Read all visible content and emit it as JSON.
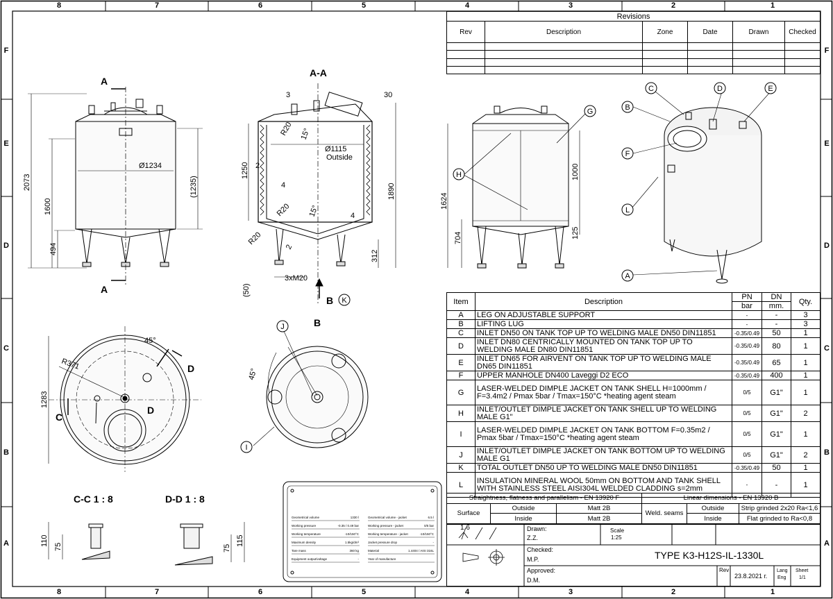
{
  "frame": {
    "columns": [
      "8",
      "7",
      "6",
      "5",
      "4",
      "3",
      "2",
      "1"
    ],
    "rows": [
      "F",
      "E",
      "D",
      "C",
      "B",
      "A"
    ]
  },
  "revisions": {
    "title": "Revisions",
    "headers": [
      "Rev",
      "Description",
      "Zone",
      "Date",
      "Drawn",
      "Checked"
    ],
    "rows": [
      [
        "",
        "",
        "",
        "",
        "",
        ""
      ],
      [
        "",
        "",
        "",
        "",
        "",
        ""
      ],
      [
        "",
        "",
        "",
        "",
        "",
        ""
      ],
      [
        "",
        "",
        "",
        "",
        "",
        ""
      ]
    ]
  },
  "views": {
    "section_aa": "A-A",
    "view_b": "B",
    "section_cc": "C-C 1 : 8",
    "section_dd": "D-D 1 : 8",
    "cut_a": "A",
    "cut_b": "B",
    "cut_c": "C",
    "cut_d": "D"
  },
  "dimensions": {
    "front": [
      "2073",
      "1600",
      "494",
      "Ø1234",
      "(1235)"
    ],
    "section": [
      "30",
      "3",
      "R20",
      "15°",
      "Ø1115",
      "Outside",
      "1250",
      "2",
      "4",
      "R20",
      "15°",
      "4",
      "R20",
      "2",
      "1890",
      "312",
      "(50)",
      "3xM20"
    ],
    "side": [
      "1624",
      "704",
      "1000",
      "125"
    ],
    "top": [
      "45°",
      "R371",
      "1283"
    ],
    "bottom": [
      "45°"
    ],
    "cc": [
      "110",
      "75"
    ],
    "dd": [
      "75",
      "115"
    ]
  },
  "balloons": [
    "A",
    "B",
    "C",
    "D",
    "E",
    "F",
    "G",
    "H",
    "I",
    "J",
    "K",
    "L"
  ],
  "items": {
    "headers": {
      "item": "Item",
      "description": "Description",
      "pn": "PN",
      "dn": "DN",
      "qty": "Qty.",
      "pn_unit": "bar",
      "dn_unit": "mm."
    },
    "rows": [
      {
        "item": "A",
        "desc": "LEG ON ADJUSTABLE SUPPORT",
        "pn": "-",
        "dn": "-",
        "qty": "3"
      },
      {
        "item": "B",
        "desc": "LIFTING LUG",
        "pn": "-",
        "dn": "-",
        "qty": "3"
      },
      {
        "item": "C",
        "desc": "INLET DN50 ON TANK TOP UP TO WELDING MALE DN50 DIN11851",
        "pn": "-0.35/0.49",
        "dn": "50",
        "qty": "1"
      },
      {
        "item": "D",
        "desc": "INLET DN80 CENTRICALLY MOUNTED ON TANK TOP UP TO WELDING MALE DN80 DIN11851",
        "pn": "-0.35/0.49",
        "dn": "80",
        "qty": "1"
      },
      {
        "item": "E",
        "desc": "INLET DN65 FOR AIRVENT ON TANK TOP UP TO WELDING MALE DN65 DIN11851",
        "pn": "-0.35/0.49",
        "dn": "65",
        "qty": "1"
      },
      {
        "item": "F",
        "desc": "UPPER MANHOLE DN400 Laveggi D2 ECO",
        "pn": "-0.35/0.49",
        "dn": "400",
        "qty": "1"
      },
      {
        "item": "G",
        "desc": "LASER-WELDED DIMPLE JACKET ON TANK SHELL H=1000mm / F=3.4m2 / Pmax 5bar / Tmax=150°C *heating agent steam",
        "pn": "0/5",
        "dn": "G1\"",
        "qty": "1"
      },
      {
        "item": "H",
        "desc": "INLET/OUTLET DIMPLE JACKET ON TANK SHELL UP TO WELDING MALE G1\"",
        "pn": "0/5",
        "dn": "G1\"",
        "qty": "2"
      },
      {
        "item": "I",
        "desc": "LASER-WELDED DIMPLE JACKET ON TANK BOTTOM F=0.35m2 / Pmax 5bar / Tmax=150°C *heating agent steam",
        "pn": "0/5",
        "dn": "G1\"",
        "qty": "1"
      },
      {
        "item": "J",
        "desc": "INLET/OUTLET DIMPLE JACKET ON TANK BOTTOM UP TO WELDING MALE G1",
        "pn": "0/5",
        "dn": "G1\"",
        "qty": "2"
      },
      {
        "item": "K",
        "desc": "TOTAL OUTLET DN50 UP TO WELDING MALE DN50 DIN11851",
        "pn": "-0.35/0.49",
        "dn": "50",
        "qty": "1"
      },
      {
        "item": "L",
        "desc": "INSULATION MINERAL WOOL 50mm ON BOTTOM AND TANK SHELL WITH STAINLESS STEEL AISI304L WELDED CLADDING s=2mm",
        "pn": "-",
        "dn": "-",
        "qty": "1"
      }
    ]
  },
  "finish": {
    "straightness": "Straightness, flatness and parallelism - EN 13920 F",
    "linear": "Linear dimensions - EN 13920 B",
    "surface": "Surface",
    "outside": "Outside",
    "inside": "Inside",
    "matt_out": "Matt 2B",
    "matt_in": "Matt 2B",
    "weld": "Weld. seams",
    "weld_out": "Outside",
    "weld_in": "Inside",
    "weld_out_v": "Strip grinded 2x20 Ra<1,6",
    "weld_in_v": "Flat grinded to Ra<0,8"
  },
  "title_block": {
    "roughness": "1.6",
    "drawn_label": "Drawn:",
    "drawn": "Z.Z.",
    "checked_label": "Checked:",
    "checked": "M.P.",
    "approved_label": "Approved:",
    "approved": "D.M.",
    "scale_label": "Scale",
    "scale": "1:25",
    "title": "TYPE K3-H12S-IL-1330L",
    "rev_label": "Rev",
    "date": "23.8.2021 г.",
    "lang_label": "Lang",
    "lang": "Eng",
    "sheet_label": "Sheet",
    "sheet": "1/1"
  },
  "nameplate": {
    "left": [
      [
        "Geometrical volume",
        "1330 l"
      ],
      [
        "Working pressure",
        "-0.35 / 0.49 bar"
      ],
      [
        "Working temperature",
        "-10/150°C"
      ],
      [
        "Maximum density",
        "1.5kg/dm³"
      ],
      [
        "Tare mass",
        "360 kg"
      ],
      [
        "Equipment output/voltage",
        "-"
      ]
    ],
    "right": [
      [
        "Geometrical volume - jacket",
        "6.5 l"
      ],
      [
        "Working pressure - jacket",
        "0/5 bar"
      ],
      [
        "Working temperature - jacket",
        "-10/150°C"
      ],
      [
        "Jacket pressure drop",
        "-"
      ],
      [
        "Material",
        "1.4404 / AISI 316L"
      ],
      [
        "Year of manufacture",
        ""
      ]
    ]
  }
}
